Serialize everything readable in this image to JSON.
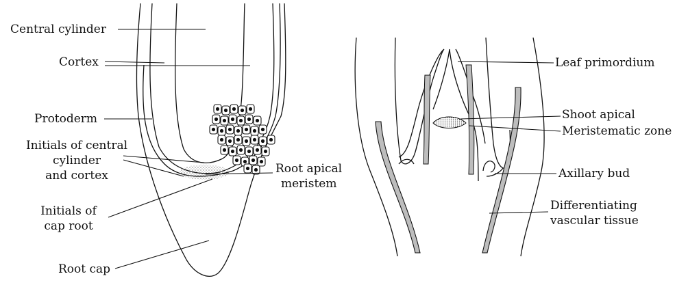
{
  "root_tip": {
    "labels": {
      "central_cylinder": "Central cylinder",
      "cortex": "Cortex",
      "protoderm": "Protoderm",
      "initials_central_cylinder_l1": "Initials of central",
      "initials_central_cylinder_l2": "cylinder",
      "initials_central_cylinder_l3": "and cortex",
      "root_apical_meristem_l1": "Root apical",
      "root_apical_meristem_l2": "meristem",
      "initials_cap_root_l1": "Initials of",
      "initials_cap_root_l2": "cap root",
      "root_cap": "Root cap"
    }
  },
  "shoot_apex": {
    "labels": {
      "leaf_primordium": "Leaf primordium",
      "shoot_apical": "Shoot apical",
      "meristematic_zone": "Meristematic zone",
      "axillary_bud": "Axillary bud",
      "differentiating_l1": "Differentiating",
      "differentiating_l2": "vascular tissue"
    }
  }
}
